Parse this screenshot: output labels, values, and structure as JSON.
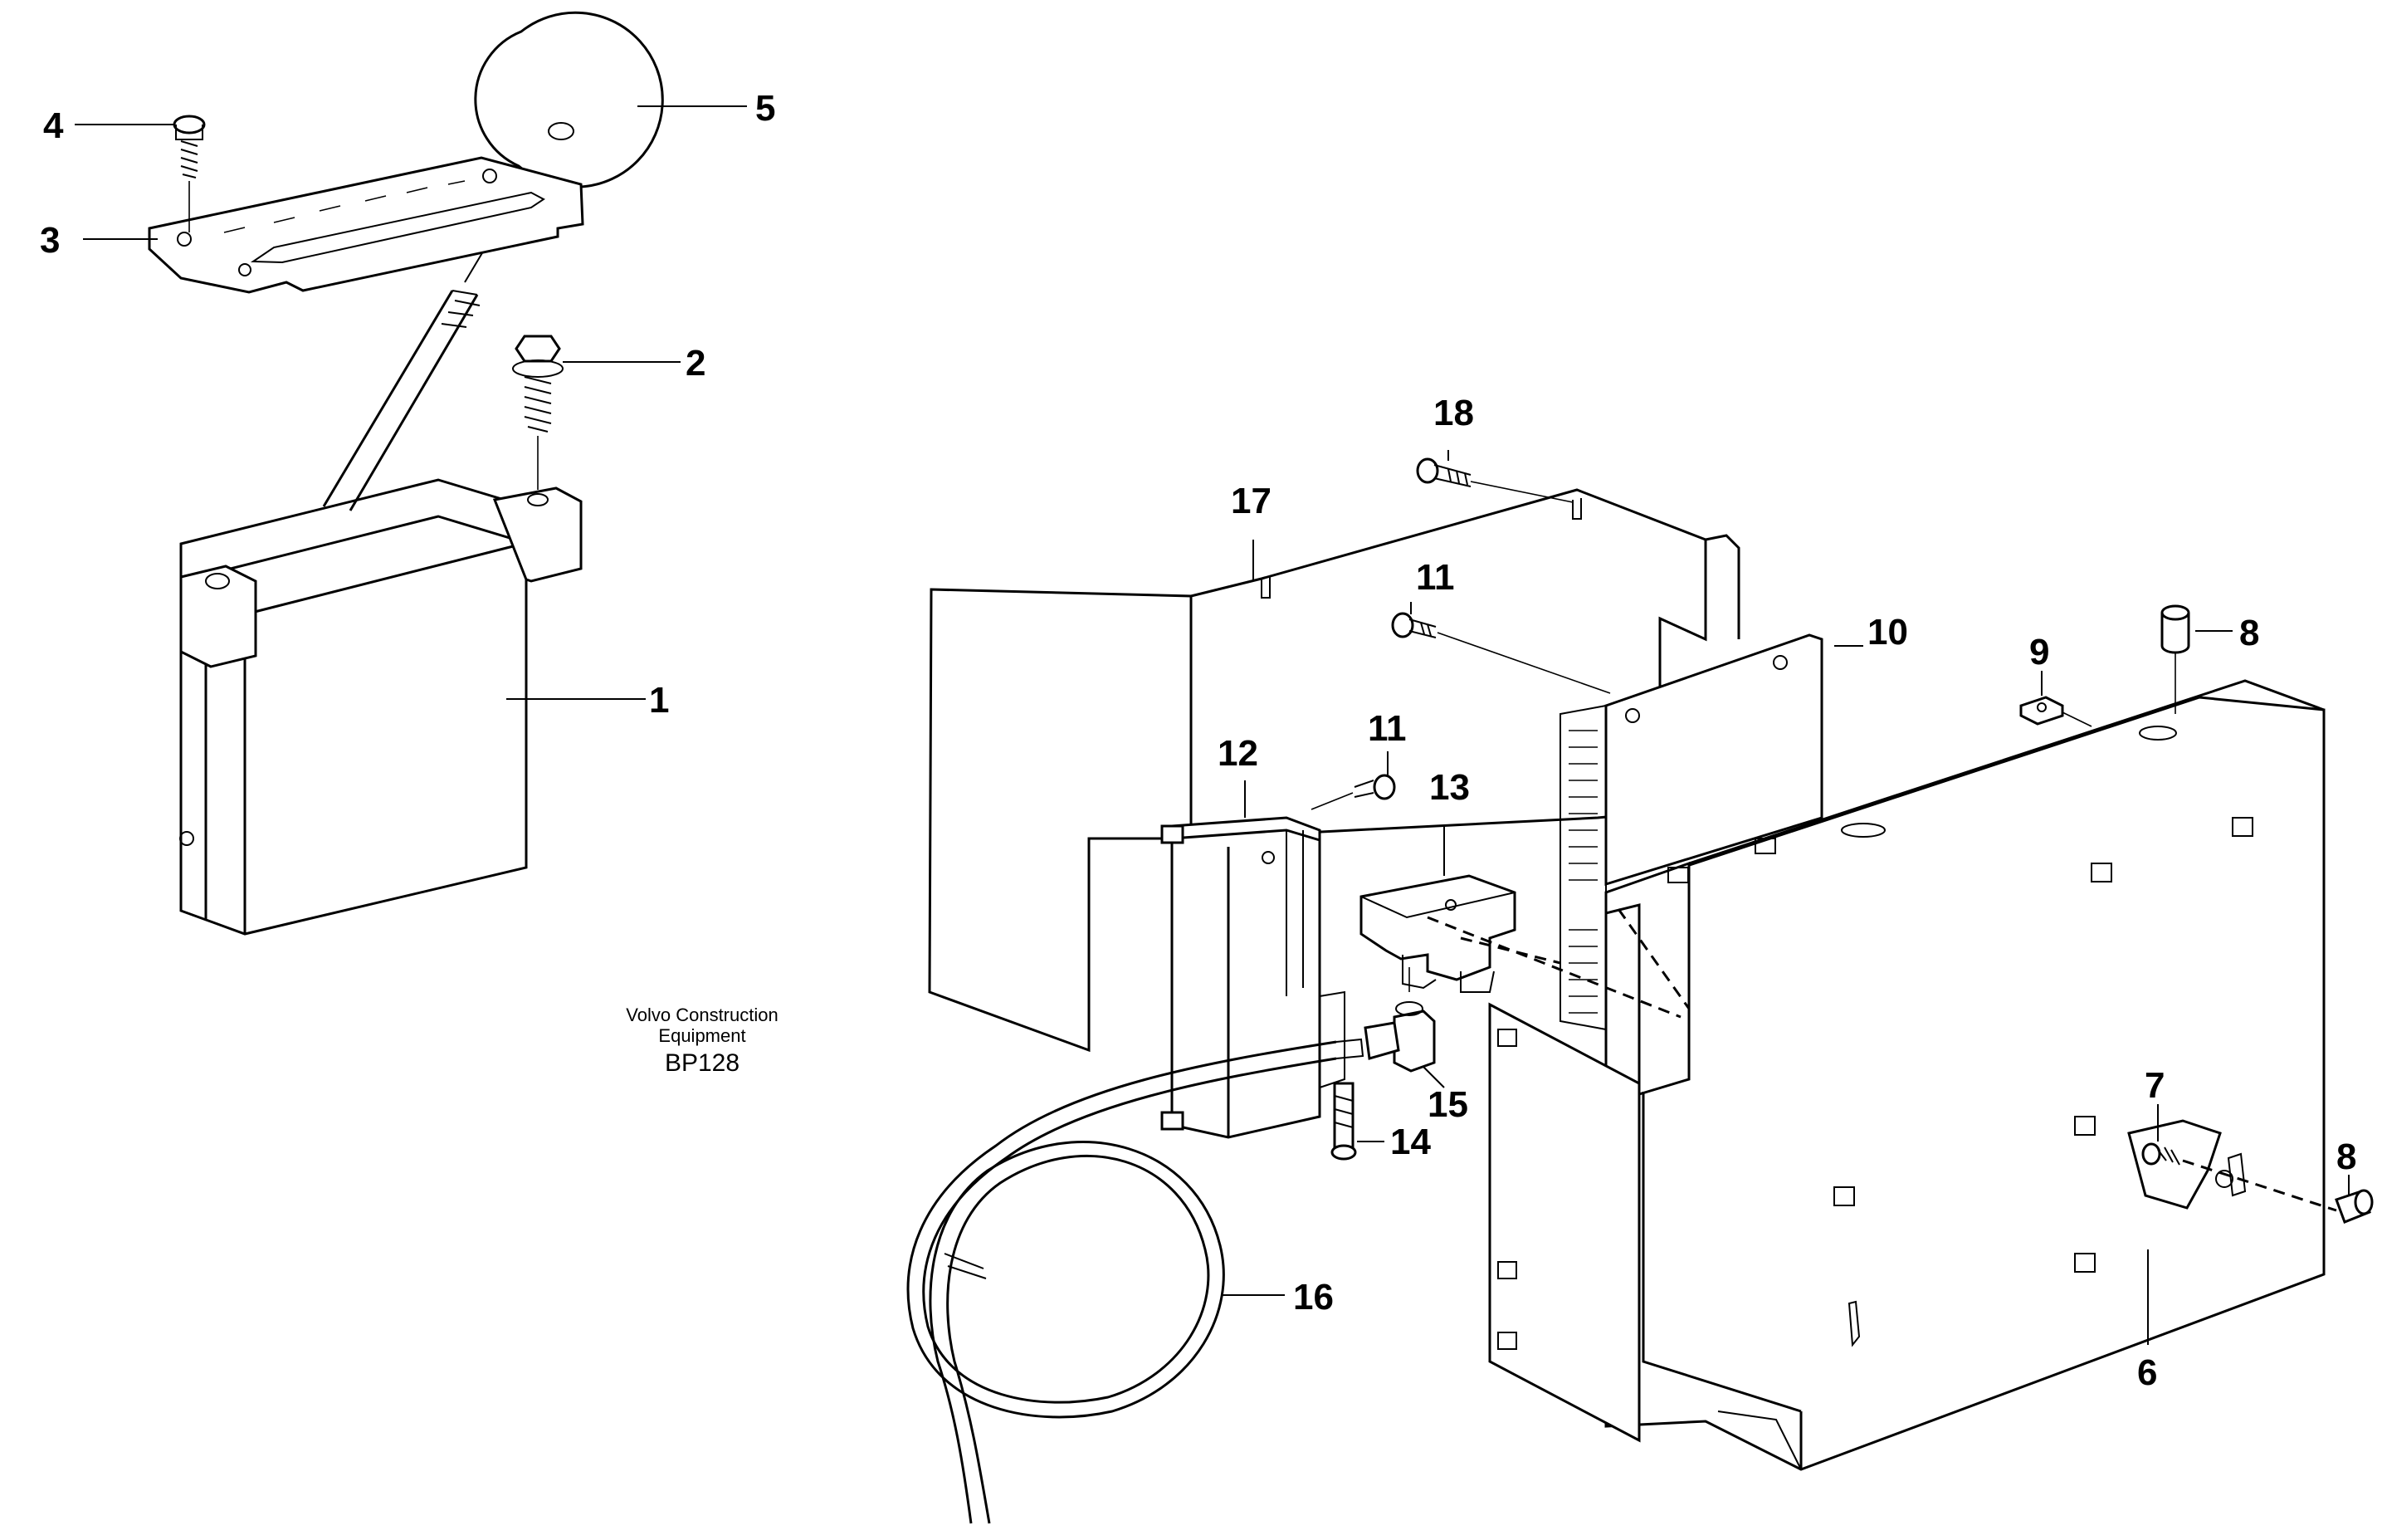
{
  "credit": {
    "line1": "Volvo Construction",
    "line2": "Equipment",
    "code": "BP128"
  },
  "callouts": [
    "1",
    "2",
    "3",
    "4",
    "5",
    "6",
    "7",
    "8",
    "8",
    "9",
    "10",
    "11",
    "11",
    "12",
    "13",
    "14",
    "15",
    "16",
    "17",
    "18"
  ]
}
